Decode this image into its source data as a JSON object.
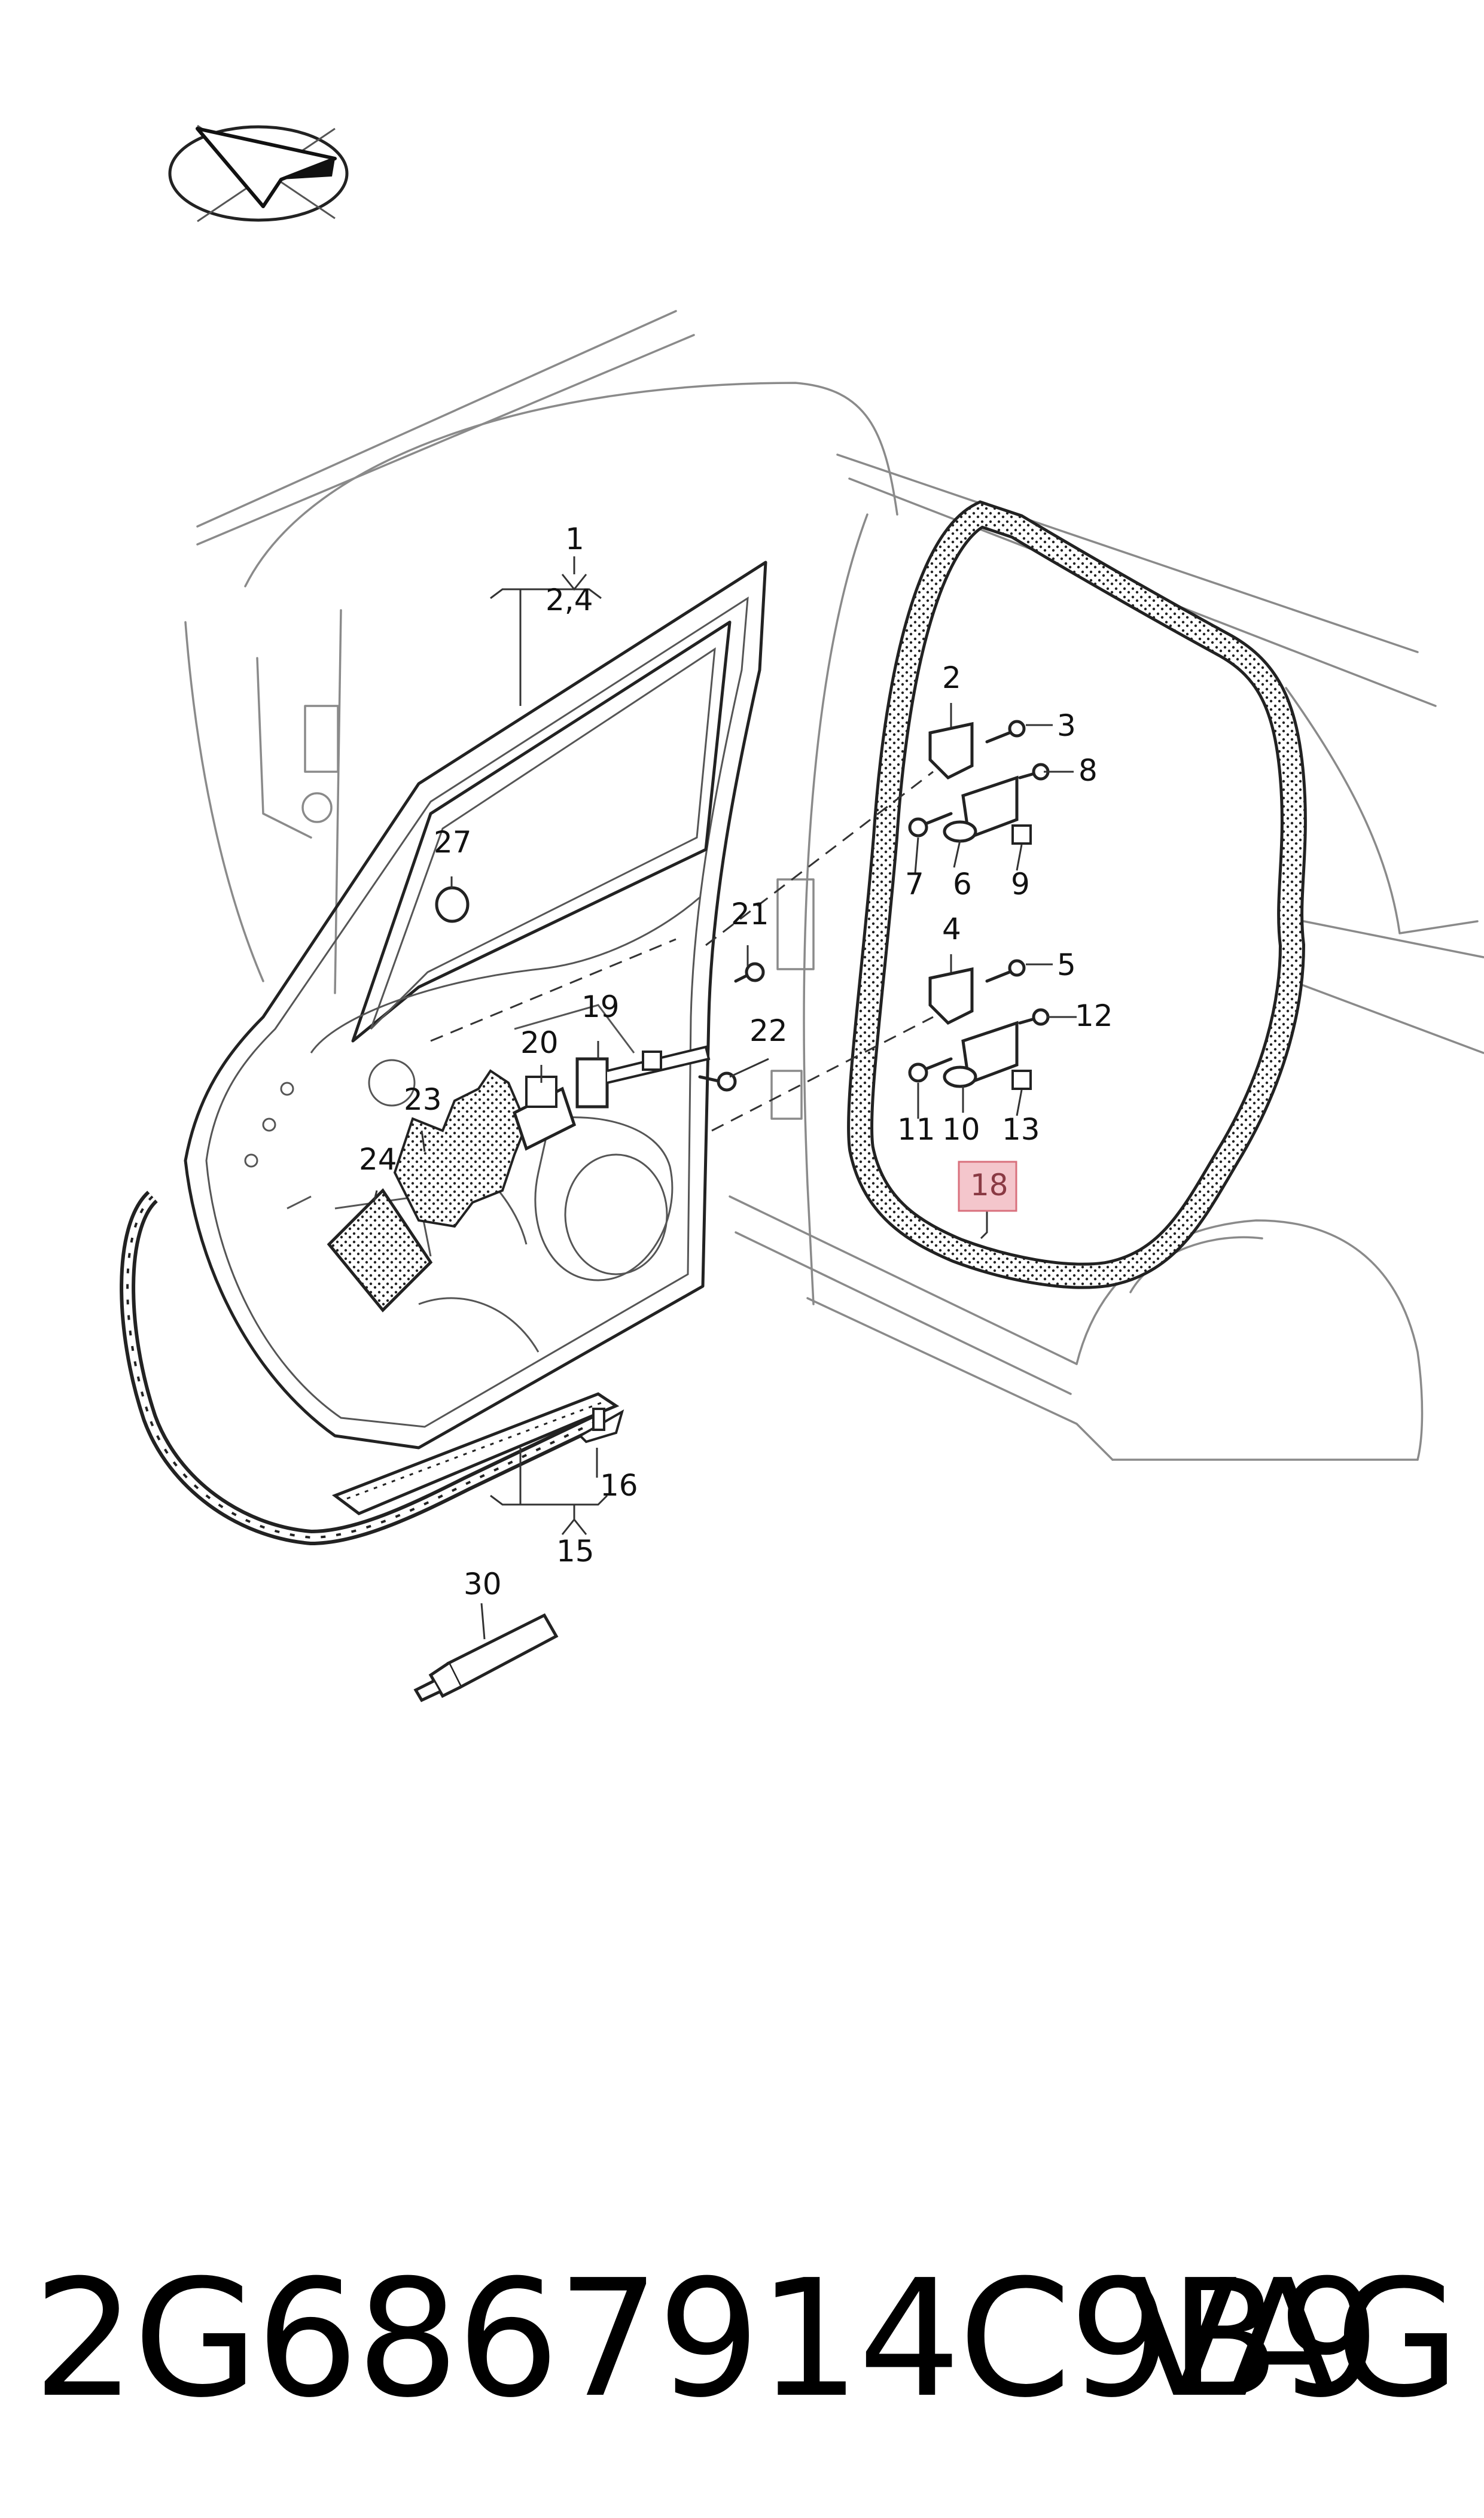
{
  "diagram": {
    "callouts": [
      {
        "id": "1",
        "label": "1"
      },
      {
        "id": "1-sub",
        "label": "2,4"
      },
      {
        "id": "2",
        "label": "2"
      },
      {
        "id": "3",
        "label": "3"
      },
      {
        "id": "4",
        "label": "4"
      },
      {
        "id": "5",
        "label": "5"
      },
      {
        "id": "6",
        "label": "6"
      },
      {
        "id": "7",
        "label": "7"
      },
      {
        "id": "8",
        "label": "8"
      },
      {
        "id": "9",
        "label": "9"
      },
      {
        "id": "10",
        "label": "10"
      },
      {
        "id": "11",
        "label": "11"
      },
      {
        "id": "12",
        "label": "12"
      },
      {
        "id": "13",
        "label": "13"
      },
      {
        "id": "15",
        "label": "15"
      },
      {
        "id": "16",
        "label": "16"
      },
      {
        "id": "18",
        "label": "18",
        "highlighted": true
      },
      {
        "id": "19",
        "label": "19"
      },
      {
        "id": "20",
        "label": "20"
      },
      {
        "id": "21",
        "label": "21"
      },
      {
        "id": "22",
        "label": "22"
      },
      {
        "id": "23",
        "label": "23"
      },
      {
        "id": "24",
        "label": "24"
      },
      {
        "id": "27",
        "label": "27"
      },
      {
        "id": "30",
        "label": "30"
      }
    ],
    "highlight_color": "#f4c6cc",
    "highlight_border": "#d9707d"
  },
  "footer": {
    "part_number": "2G6867914C9B9",
    "brand": "VAG"
  }
}
